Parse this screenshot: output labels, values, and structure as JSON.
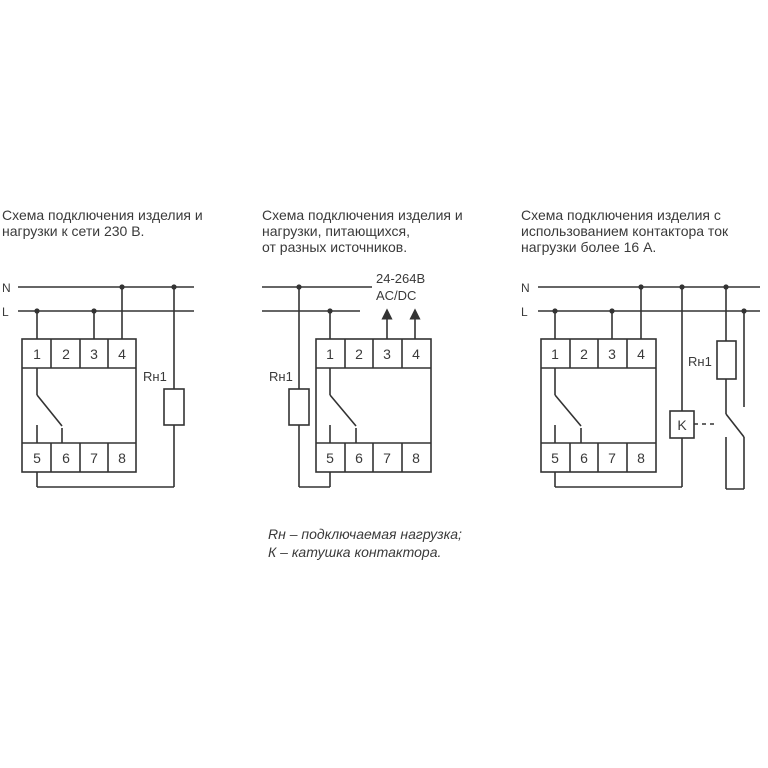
{
  "captions": {
    "scheme1": [
      "Схема подключения изделия и",
      "нагрузки к сети 230 В."
    ],
    "scheme2": [
      "Схема подключения изделия и",
      "нагрузки, питающихся,",
      "от разных источников."
    ],
    "scheme3": [
      "Схема подключения изделия с",
      "использованием контактора ток",
      "нагрузки более 16 А."
    ]
  },
  "line_labels": {
    "neutral": "N",
    "phase": "L"
  },
  "terminals_top": [
    "1",
    "2",
    "3",
    "4"
  ],
  "terminals_bottom": [
    "5",
    "6",
    "7",
    "8"
  ],
  "load_label": "Rн1",
  "supply_label": [
    "24-264В",
    "AC/DC"
  ],
  "contactor_label": "K",
  "legend": [
    "Rн – подключаемая нагрузка;",
    "К – катушка контактора."
  ]
}
